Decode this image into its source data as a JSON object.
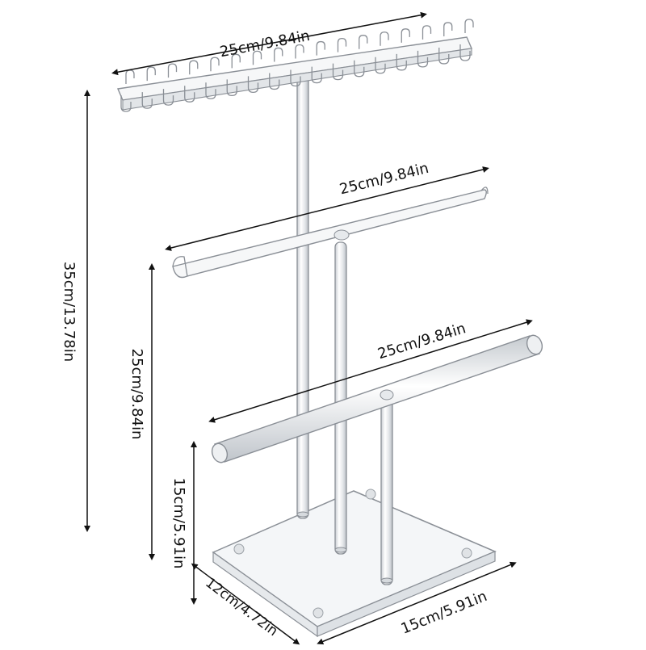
{
  "dimensions": {
    "top_width": "25cm/9.84in",
    "middle_width": "25cm/9.84in",
    "lower_width": "25cm/9.84in",
    "total_height": "35cm/13.78in",
    "middle_height": "25cm/9.84in",
    "lower_height": "15cm/5.91in",
    "base_depth": "12cm/4.72in",
    "base_width": "15cm/5.91in"
  },
  "colors": {
    "line": "#111111",
    "acrylic_edge": "#8a8f96",
    "acrylic_fill": "#f4f6f8",
    "background": "#ffffff"
  }
}
